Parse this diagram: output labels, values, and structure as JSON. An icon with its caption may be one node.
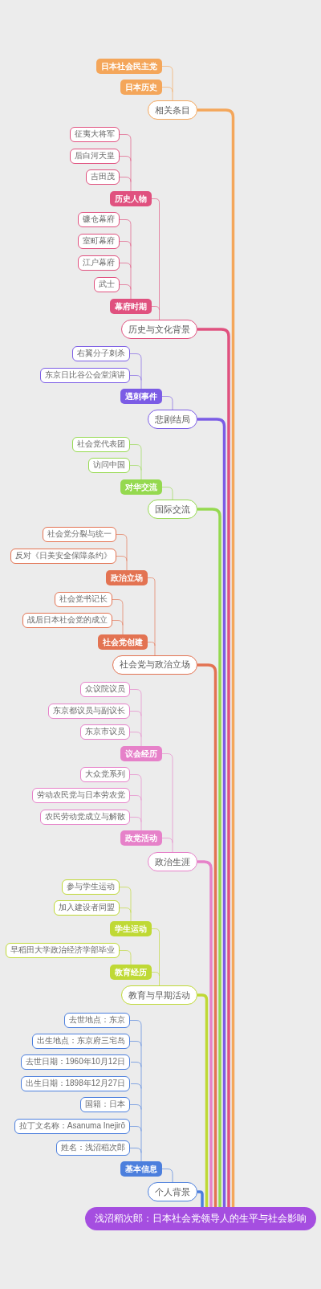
{
  "diagram": {
    "nodes": [
      {
        "text": [
          "日本社会民主党"
        ]
      },
      {
        "text": [
          "日本历史"
        ]
      },
      {
        "text": [
          "相关条目"
        ]
      },
      {
        "text": [
          "征夷大将军"
        ]
      },
      {
        "text": [
          "后白河天皇"
        ]
      },
      {
        "text": [
          "吉田茂"
        ]
      },
      {
        "text": [
          "历史人物"
        ]
      },
      {
        "text": [
          "镰仓幕府"
        ]
      },
      {
        "text": [
          "室町幕府"
        ]
      },
      {
        "text": [
          "江户幕府"
        ]
      },
      {
        "text": [
          "武士"
        ]
      },
      {
        "text": [
          "幕府时期"
        ]
      },
      {
        "text": [
          "历史与文化背景"
        ]
      },
      {
        "text": [
          "右翼分子刺杀"
        ]
      },
      {
        "text": [
          "东京日比谷公会堂演讲"
        ]
      },
      {
        "text": [
          "遇刺事件"
        ]
      },
      {
        "text": [
          "悲剧结局"
        ]
      },
      {
        "text": [
          "社会党代表团"
        ]
      },
      {
        "text": [
          "访问中国"
        ]
      },
      {
        "text": [
          "对华交流"
        ]
      },
      {
        "text": [
          "国际交流"
        ]
      },
      {
        "text": [
          "社会党分裂与统一"
        ]
      },
      {
        "text": [
          "反对《日美安全保障条约》"
        ]
      },
      {
        "text": [
          "政治立场"
        ]
      },
      {
        "text": [
          "社会党书记长"
        ]
      },
      {
        "text": [
          "战后日本社会党的成立"
        ]
      },
      {
        "text": [
          "社会党创建"
        ]
      },
      {
        "text": [
          "社会党与政治立场"
        ]
      },
      {
        "text": [
          "众议院议员"
        ]
      },
      {
        "text": [
          "东京都议员与副议长"
        ]
      },
      {
        "text": [
          "东京市议员"
        ]
      },
      {
        "text": [
          "议会经历"
        ]
      },
      {
        "text": [
          "大众党系列"
        ]
      },
      {
        "text": [
          "劳动农民党与日本劳农党"
        ]
      },
      {
        "text": [
          "农民劳动党成立与解散"
        ]
      },
      {
        "text": [
          "政党活动"
        ]
      },
      {
        "text": [
          "政治生涯"
        ]
      },
      {
        "text": [
          "参与学生运动"
        ]
      },
      {
        "text": [
          "加入建设者同盟"
        ]
      },
      {
        "text": [
          "学生运动"
        ]
      },
      {
        "text": [
          "早稻田大学政治经济学部毕业"
        ]
      },
      {
        "text": [
          "教育经历"
        ]
      },
      {
        "text": [
          "教育与早期活动"
        ]
      },
      {
        "text": [
          "去世地点：东京"
        ]
      },
      {
        "text": [
          "出生地点：东京府三宅岛"
        ]
      },
      {
        "text": [
          "去世日期：1960年10月12日"
        ]
      },
      {
        "text": [
          "出生日期：1898年12月27日"
        ]
      },
      {
        "text": [
          "国籍：日本"
        ]
      },
      {
        "text": [
          "拉丁文名称：Asanuma Inejirō"
        ]
      },
      {
        "text": [
          "姓名：浅沼稻次郎"
        ]
      },
      {
        "text": [
          "基本信息"
        ]
      },
      {
        "text": [
          "个人背景"
        ]
      },
      {
        "text": [
          "浅沼稻次郎：日本社会党领导人的生平与社会影响"
        ]
      }
    ],
    "edges": [
      {
        "from": 52,
        "to": 2,
        "arrow": "none",
        "style": "thick",
        "color": "#f4a65a"
      },
      {
        "from": 52,
        "to": 12,
        "arrow": "none",
        "style": "thick",
        "color": "#e0517f"
      },
      {
        "from": 52,
        "to": 16,
        "arrow": "none",
        "style": "thick",
        "color": "#7b5ce5"
      },
      {
        "from": 52,
        "to": 20,
        "arrow": "none",
        "style": "thick",
        "color": "#95d94f"
      },
      {
        "from": 52,
        "to": 27,
        "arrow": "none",
        "style": "thick",
        "color": "#e37352"
      },
      {
        "from": 52,
        "to": 36,
        "arrow": "none",
        "style": "thick",
        "color": "#e681c9"
      },
      {
        "from": 52,
        "to": 42,
        "arrow": "none",
        "style": "thick",
        "color": "#bfd935"
      },
      {
        "from": 52,
        "to": 51,
        "arrow": "none",
        "style": "thick",
        "color": "#4c7fdd"
      },
      {
        "from": 2,
        "to": 0,
        "arrow": "none",
        "color": "#f4a65a"
      },
      {
        "from": 2,
        "to": 1,
        "arrow": "none",
        "color": "#f4a65a"
      },
      {
        "from": 12,
        "to": 6,
        "arrow": "none",
        "color": "#e0517f"
      },
      {
        "from": 12,
        "to": 11,
        "arrow": "none",
        "color": "#e0517f"
      },
      {
        "from": 6,
        "to": 3,
        "arrow": "none",
        "color": "#e0517f"
      },
      {
        "from": 6,
        "to": 4,
        "arrow": "none",
        "color": "#e0517f"
      },
      {
        "from": 6,
        "to": 5,
        "arrow": "none",
        "color": "#e0517f"
      },
      {
        "from": 11,
        "to": 7,
        "arrow": "none",
        "color": "#e0517f"
      },
      {
        "from": 11,
        "to": 8,
        "arrow": "none",
        "color": "#e0517f"
      },
      {
        "from": 11,
        "to": 9,
        "arrow": "none",
        "color": "#e0517f"
      },
      {
        "from": 11,
        "to": 10,
        "arrow": "none",
        "color": "#e0517f"
      },
      {
        "from": 16,
        "to": 15,
        "arrow": "none",
        "color": "#7b5ce5"
      },
      {
        "from": 15,
        "to": 13,
        "arrow": "none",
        "color": "#7b5ce5"
      },
      {
        "from": 15,
        "to": 14,
        "arrow": "none",
        "color": "#7b5ce5"
      },
      {
        "from": 20,
        "to": 19,
        "arrow": "none",
        "color": "#95d94f"
      },
      {
        "from": 19,
        "to": 17,
        "arrow": "none",
        "color": "#95d94f"
      },
      {
        "from": 19,
        "to": 18,
        "arrow": "none",
        "color": "#95d94f"
      },
      {
        "from": 27,
        "to": 23,
        "arrow": "none",
        "color": "#e37352"
      },
      {
        "from": 27,
        "to": 26,
        "arrow": "none",
        "color": "#e37352"
      },
      {
        "from": 23,
        "to": 21,
        "arrow": "none",
        "color": "#e37352"
      },
      {
        "from": 23,
        "to": 22,
        "arrow": "none",
        "color": "#e37352"
      },
      {
        "from": 26,
        "to": 24,
        "arrow": "none",
        "color": "#e37352"
      },
      {
        "from": 26,
        "to": 25,
        "arrow": "none",
        "color": "#e37352"
      },
      {
        "from": 36,
        "to": 31,
        "arrow": "none",
        "color": "#e681c9"
      },
      {
        "from": 36,
        "to": 35,
        "arrow": "none",
        "color": "#e681c9"
      },
      {
        "from": 31,
        "to": 28,
        "arrow": "none",
        "color": "#e681c9"
      },
      {
        "from": 31,
        "to": 29,
        "arrow": "none",
        "color": "#e681c9"
      },
      {
        "from": 31,
        "to": 30,
        "arrow": "none",
        "color": "#e681c9"
      },
      {
        "from": 35,
        "to": 32,
        "arrow": "none",
        "color": "#e681c9"
      },
      {
        "from": 35,
        "to": 33,
        "arrow": "none",
        "color": "#e681c9"
      },
      {
        "from": 35,
        "to": 34,
        "arrow": "none",
        "color": "#e681c9"
      },
      {
        "from": 42,
        "to": 39,
        "arrow": "none",
        "color": "#bfd935"
      },
      {
        "from": 42,
        "to": 41,
        "arrow": "none",
        "color": "#bfd935"
      },
      {
        "from": 39,
        "to": 37,
        "arrow": "none",
        "color": "#bfd935"
      },
      {
        "from": 39,
        "to": 38,
        "arrow": "none",
        "color": "#bfd935"
      },
      {
        "from": 41,
        "to": 40,
        "arrow": "none",
        "color": "#bfd935"
      },
      {
        "from": 51,
        "to": 50,
        "arrow": "none",
        "color": "#4c7fdd"
      },
      {
        "from": 50,
        "to": 43,
        "arrow": "none",
        "color": "#4c7fdd"
      },
      {
        "from": 50,
        "to": 44,
        "arrow": "none",
        "color": "#4c7fdd"
      },
      {
        "from": 50,
        "to": 45,
        "arrow": "none",
        "color": "#4c7fdd"
      },
      {
        "from": 50,
        "to": 46,
        "arrow": "none",
        "color": "#4c7fdd"
      },
      {
        "from": 50,
        "to": 47,
        "arrow": "none",
        "color": "#4c7fdd"
      },
      {
        "from": 50,
        "to": 48,
        "arrow": "none",
        "color": "#4c7fdd"
      },
      {
        "from": 50,
        "to": 49,
        "arrow": "none",
        "color": "#4c7fdd"
      }
    ]
  }
}
